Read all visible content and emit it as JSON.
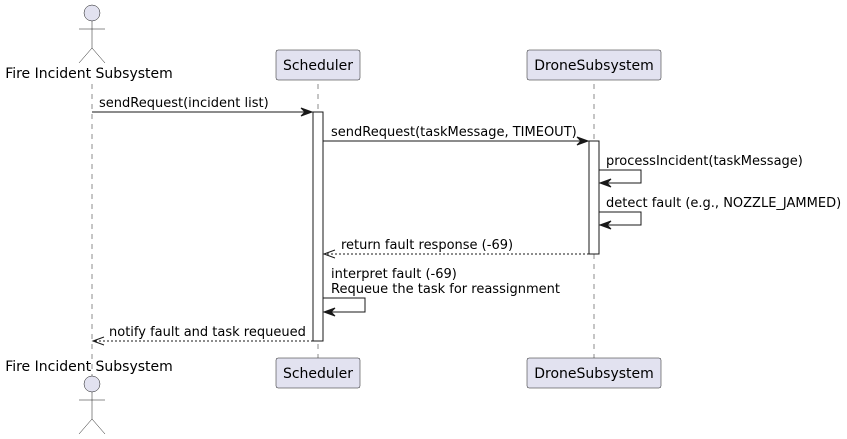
{
  "participants": {
    "fire": {
      "label": "Fire Incident Subsystem",
      "kind": "actor"
    },
    "scheduler": {
      "label": "Scheduler",
      "kind": "participant"
    },
    "drone": {
      "label": "DroneSubsystem",
      "kind": "participant"
    }
  },
  "messages": [
    {
      "id": "m1",
      "from": "fire",
      "to": "scheduler",
      "style": "solid",
      "lines": [
        "sendRequest(incident list)"
      ]
    },
    {
      "id": "m2",
      "from": "scheduler",
      "to": "drone",
      "style": "solid",
      "lines": [
        "sendRequest(taskMessage, TIMEOUT)"
      ]
    },
    {
      "id": "m3",
      "from": "drone",
      "to": "drone",
      "style": "self",
      "lines": [
        "processIncident(taskMessage)"
      ]
    },
    {
      "id": "m4",
      "from": "drone",
      "to": "drone",
      "style": "self",
      "lines": [
        "detect fault (e.g., NOZZLE_JAMMED)"
      ]
    },
    {
      "id": "m5",
      "from": "drone",
      "to": "scheduler",
      "style": "dashed",
      "lines": [
        "return fault response (-69)"
      ]
    },
    {
      "id": "m6",
      "from": "scheduler",
      "to": "scheduler",
      "style": "self",
      "lines": [
        "interpret fault (-69)",
        "Requeue the task for reassignment"
      ]
    },
    {
      "id": "m7",
      "from": "scheduler",
      "to": "fire",
      "style": "dashed",
      "lines": [
        "notify fault and task requeued"
      ]
    }
  ],
  "colors": {
    "participant_fill": "#E2E2F0",
    "stroke": "#181818",
    "background": "#FFFFFF"
  }
}
